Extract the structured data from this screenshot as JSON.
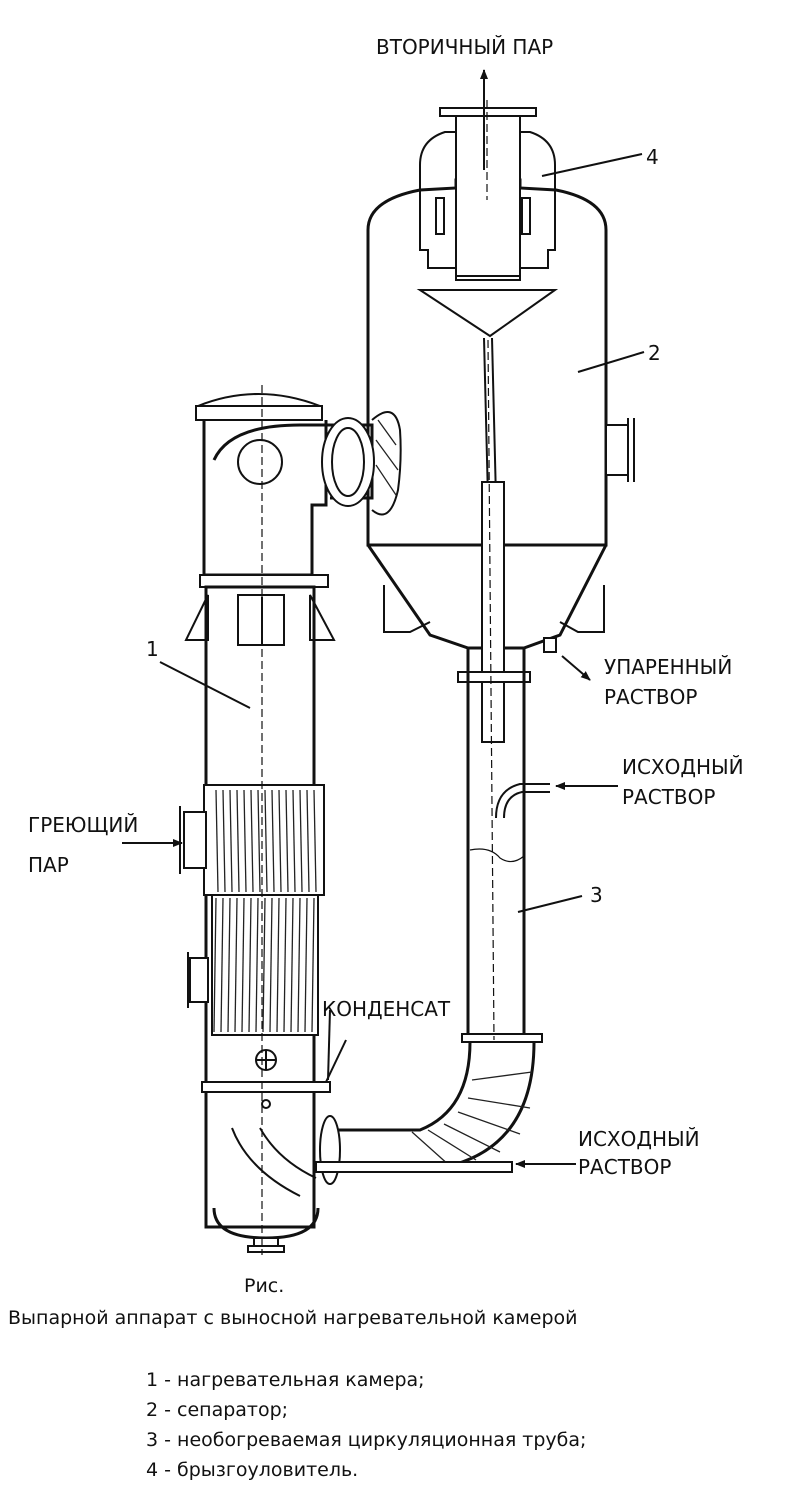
{
  "labels": {
    "secondary_steam": "ВТОРИЧНЫЙ ПАР",
    "heating_steam_1": "ГРЕЮЩИЙ",
    "heating_steam_2": "ПАР",
    "condensate": "КОНДЕНСАТ",
    "evaporated_solution_1": "УПАРЕННЫЙ",
    "evaporated_solution_2": "РАСТВОР",
    "initial_solution_1": "ИСХОДНЫЙ",
    "initial_solution_2": "РАСТВОР",
    "initial_solution_bottom_1": "ИСХОДНЫЙ",
    "initial_solution_bottom_2": "РАСТВОР"
  },
  "numbers": {
    "n1": "1",
    "n2": "2",
    "n3": "3",
    "n4": "4"
  },
  "caption": {
    "fig": "Рис.",
    "title": "Выпарной аппарат с выносной нагревательной камерой"
  },
  "legend": [
    "1 - нагревательная камера;",
    "2 - сепаратор;",
    "3 - необогреваемая циркуляционная труба;",
    "4 - брызгоуловитель."
  ]
}
